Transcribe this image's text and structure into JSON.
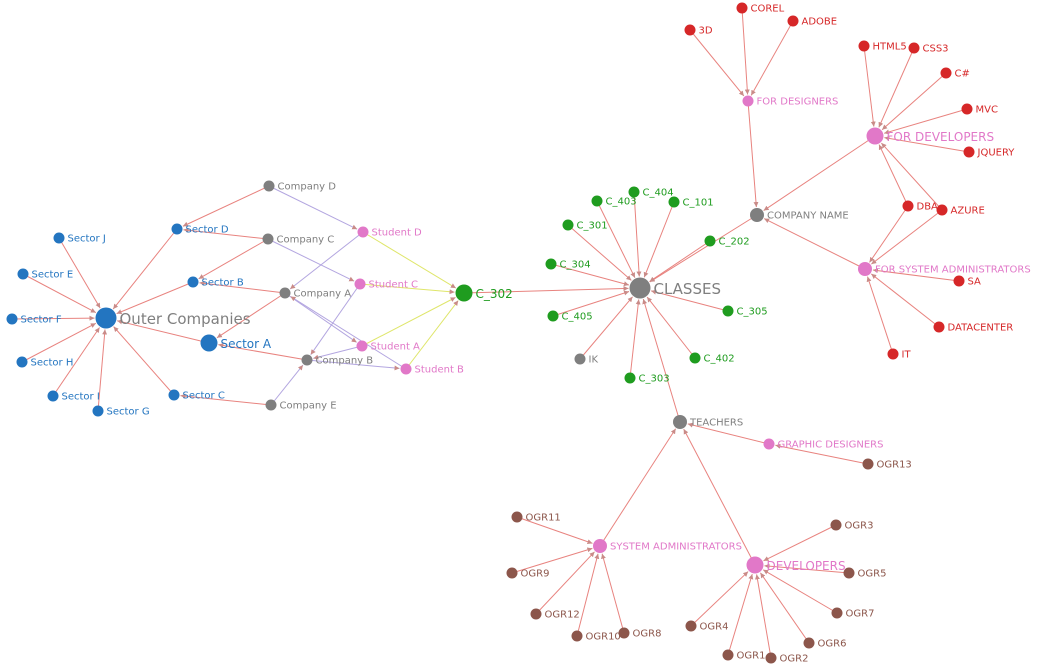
{
  "palette": {
    "blue": "#2375c0",
    "gray": "#7f7f7f",
    "pink": "#e178c8",
    "green": "#1f9c1f",
    "red": "#d62728",
    "brown": "#8c564b",
    "edge_red": "#e8837f",
    "edge_purple": "#b3a6e0",
    "edge_yellow": "#dfe66a"
  },
  "nodes": [
    {
      "id": "outer",
      "label": "Outer Companies",
      "color": "blue",
      "label_color": "gray",
      "size": "xl"
    },
    {
      "id": "sj",
      "label": "Sector J",
      "color": "blue"
    },
    {
      "id": "se",
      "label": "Sector E",
      "color": "blue"
    },
    {
      "id": "sf",
      "label": "Sector F",
      "color": "blue"
    },
    {
      "id": "sh",
      "label": "Sector H",
      "color": "blue"
    },
    {
      "id": "si",
      "label": "Sector I",
      "color": "blue"
    },
    {
      "id": "sg",
      "label": "Sector G",
      "color": "blue"
    },
    {
      "id": "sd",
      "label": "Sector D",
      "color": "blue"
    },
    {
      "id": "sb",
      "label": "Sector B",
      "color": "blue"
    },
    {
      "id": "sa",
      "label": "Sector A",
      "color": "blue",
      "size": "l"
    },
    {
      "id": "sc",
      "label": "Sector C",
      "color": "blue"
    },
    {
      "id": "cd",
      "label": "Company D",
      "color": "gray"
    },
    {
      "id": "cc",
      "label": "Company C",
      "color": "gray"
    },
    {
      "id": "ca",
      "label": "Company A",
      "color": "gray"
    },
    {
      "id": "cb",
      "label": "Company B",
      "color": "gray"
    },
    {
      "id": "ce",
      "label": "Company E",
      "color": "gray"
    },
    {
      "id": "std",
      "label": "Student D",
      "color": "pink"
    },
    {
      "id": "stc",
      "label": "Student C",
      "color": "pink"
    },
    {
      "id": "sta",
      "label": "Student A",
      "color": "pink"
    },
    {
      "id": "stb",
      "label": "Student B",
      "color": "pink"
    },
    {
      "id": "c302",
      "label": "C_302",
      "color": "green",
      "size": "l"
    },
    {
      "id": "classes",
      "label": "CLASSES",
      "color": "gray",
      "size": "xl"
    },
    {
      "id": "c403",
      "label": "C_403",
      "color": "green"
    },
    {
      "id": "c404",
      "label": "C_404",
      "color": "green"
    },
    {
      "id": "c101",
      "label": "C_101",
      "color": "green"
    },
    {
      "id": "c301",
      "label": "C_301",
      "color": "green"
    },
    {
      "id": "c202",
      "label": "C_202",
      "color": "green"
    },
    {
      "id": "c304",
      "label": "C_304",
      "color": "green"
    },
    {
      "id": "c405",
      "label": "C_405",
      "color": "green"
    },
    {
      "id": "c305",
      "label": "C_305",
      "color": "green"
    },
    {
      "id": "ik",
      "label": "IK",
      "color": "gray"
    },
    {
      "id": "c402",
      "label": "C_402",
      "color": "green"
    },
    {
      "id": "c303",
      "label": "C_303",
      "color": "green"
    },
    {
      "id": "compname",
      "label": "COMPANY NAME",
      "color": "gray",
      "size": "m"
    },
    {
      "id": "fdes",
      "label": "FOR DESIGNERS",
      "color": "pink"
    },
    {
      "id": "fdev",
      "label": "FOR DEVELOPERS",
      "color": "pink",
      "size": "l"
    },
    {
      "id": "fsys",
      "label": "FOR SYSTEM ADMINISTRATORS",
      "color": "pink",
      "size": "m"
    },
    {
      "id": "d3",
      "label": "3D",
      "color": "red"
    },
    {
      "id": "corel",
      "label": "COREL",
      "color": "red"
    },
    {
      "id": "adobe",
      "label": "ADOBE",
      "color": "red"
    },
    {
      "id": "html5",
      "label": "HTML5",
      "color": "red"
    },
    {
      "id": "css3",
      "label": "CSS3",
      "color": "red"
    },
    {
      "id": "csharp",
      "label": "C#",
      "color": "red"
    },
    {
      "id": "mvc",
      "label": "MVC",
      "color": "red"
    },
    {
      "id": "jquery",
      "label": "JQUERY",
      "color": "red"
    },
    {
      "id": "dba",
      "label": "DBA",
      "color": "red"
    },
    {
      "id": "azure",
      "label": "AZURE",
      "color": "red"
    },
    {
      "id": "sa2",
      "label": "SA",
      "color": "red"
    },
    {
      "id": "dc",
      "label": "DATACENTER",
      "color": "red"
    },
    {
      "id": "it",
      "label": "IT",
      "color": "red"
    },
    {
      "id": "teachers",
      "label": "TEACHERS",
      "color": "gray",
      "size": "m"
    },
    {
      "id": "gdes",
      "label": "GRAPHIC DESIGNERS",
      "color": "pink"
    },
    {
      "id": "ogr13",
      "label": "OGR13",
      "color": "brown"
    },
    {
      "id": "sysadm",
      "label": "SYSTEM ADMINISTRATORS",
      "color": "pink",
      "size": "m"
    },
    {
      "id": "devs",
      "label": "DEVELOPERS",
      "color": "pink",
      "size": "l"
    },
    {
      "id": "ogr11",
      "label": "OGR11",
      "color": "brown"
    },
    {
      "id": "ogr9",
      "label": "OGR9",
      "color": "brown"
    },
    {
      "id": "ogr12",
      "label": "OGR12",
      "color": "brown"
    },
    {
      "id": "ogr10",
      "label": "OGR10",
      "color": "brown"
    },
    {
      "id": "ogr8",
      "label": "OGR8",
      "color": "brown"
    },
    {
      "id": "ogr3",
      "label": "OGR3",
      "color": "brown"
    },
    {
      "id": "ogr5",
      "label": "OGR5",
      "color": "brown"
    },
    {
      "id": "ogr7",
      "label": "OGR7",
      "color": "brown"
    },
    {
      "id": "ogr6",
      "label": "OGR6",
      "color": "brown"
    },
    {
      "id": "ogr4",
      "label": "OGR4",
      "color": "brown"
    },
    {
      "id": "ogr1",
      "label": "OGR1",
      "color": "brown"
    },
    {
      "id": "ogr2",
      "label": "OGR2",
      "color": "brown"
    }
  ],
  "edges": [
    {
      "from": "sj",
      "to": "outer",
      "color": "edge_red"
    },
    {
      "from": "se",
      "to": "outer",
      "color": "edge_red"
    },
    {
      "from": "sf",
      "to": "outer",
      "color": "edge_red"
    },
    {
      "from": "sh",
      "to": "outer",
      "color": "edge_red"
    },
    {
      "from": "si",
      "to": "outer",
      "color": "edge_red"
    },
    {
      "from": "sg",
      "to": "outer",
      "color": "edge_red"
    },
    {
      "from": "sd",
      "to": "outer",
      "color": "edge_red"
    },
    {
      "from": "sb",
      "to": "outer",
      "color": "edge_red"
    },
    {
      "from": "sa",
      "to": "outer",
      "color": "edge_red"
    },
    {
      "from": "sc",
      "to": "outer",
      "color": "edge_red"
    },
    {
      "from": "cc",
      "to": "sd",
      "color": "edge_red"
    },
    {
      "from": "cd",
      "to": "sd",
      "color": "edge_red"
    },
    {
      "from": "cc",
      "to": "sb",
      "color": "edge_red"
    },
    {
      "from": "ca",
      "to": "sb",
      "color": "edge_red"
    },
    {
      "from": "ca",
      "to": "sa",
      "color": "edge_red"
    },
    {
      "from": "cb",
      "to": "sa",
      "color": "edge_red"
    },
    {
      "from": "ce",
      "to": "sc",
      "color": "edge_red"
    },
    {
      "from": "cd",
      "to": "std",
      "color": "edge_purple"
    },
    {
      "from": "std",
      "to": "ca",
      "color": "edge_purple"
    },
    {
      "from": "cc",
      "to": "stc",
      "color": "edge_purple"
    },
    {
      "from": "ca",
      "to": "sta",
      "color": "edge_purple"
    },
    {
      "from": "stc",
      "to": "cb",
      "color": "edge_purple"
    },
    {
      "from": "sta",
      "to": "cb",
      "color": "edge_purple"
    },
    {
      "from": "cb",
      "to": "stb",
      "color": "edge_purple"
    },
    {
      "from": "ce",
      "to": "cb",
      "color": "edge_purple"
    },
    {
      "from": "stb",
      "to": "ca",
      "color": "edge_purple"
    },
    {
      "from": "std",
      "to": "c302",
      "color": "edge_yellow"
    },
    {
      "from": "stc",
      "to": "c302",
      "color": "edge_yellow"
    },
    {
      "from": "sta",
      "to": "c302",
      "color": "edge_yellow"
    },
    {
      "from": "stb",
      "to": "c302",
      "color": "edge_yellow"
    },
    {
      "from": "c302",
      "to": "classes",
      "color": "edge_red"
    },
    {
      "from": "c403",
      "to": "classes",
      "color": "edge_red"
    },
    {
      "from": "c404",
      "to": "classes",
      "color": "edge_red"
    },
    {
      "from": "c101",
      "to": "classes",
      "color": "edge_red"
    },
    {
      "from": "c301",
      "to": "classes",
      "color": "edge_red"
    },
    {
      "from": "c202",
      "to": "classes",
      "color": "edge_red"
    },
    {
      "from": "c304",
      "to": "classes",
      "color": "edge_red"
    },
    {
      "from": "c405",
      "to": "classes",
      "color": "edge_red"
    },
    {
      "from": "c305",
      "to": "classes",
      "color": "edge_red"
    },
    {
      "from": "ik",
      "to": "classes",
      "color": "edge_red"
    },
    {
      "from": "c402",
      "to": "classes",
      "color": "edge_red"
    },
    {
      "from": "c303",
      "to": "classes",
      "color": "edge_red"
    },
    {
      "from": "compname",
      "to": "classes",
      "color": "edge_red"
    },
    {
      "from": "teachers",
      "to": "classes",
      "color": "edge_red"
    },
    {
      "from": "fdes",
      "to": "compname",
      "color": "edge_red"
    },
    {
      "from": "fdev",
      "to": "compname",
      "color": "edge_red"
    },
    {
      "from": "fsys",
      "to": "compname",
      "color": "edge_red"
    },
    {
      "from": "d3",
      "to": "fdes",
      "color": "edge_red"
    },
    {
      "from": "corel",
      "to": "fdes",
      "color": "edge_red"
    },
    {
      "from": "adobe",
      "to": "fdes",
      "color": "edge_red"
    },
    {
      "from": "html5",
      "to": "fdev",
      "color": "edge_red"
    },
    {
      "from": "css3",
      "to": "fdev",
      "color": "edge_red"
    },
    {
      "from": "csharp",
      "to": "fdev",
      "color": "edge_red"
    },
    {
      "from": "mvc",
      "to": "fdev",
      "color": "edge_red"
    },
    {
      "from": "jquery",
      "to": "fdev",
      "color": "edge_red"
    },
    {
      "from": "dba",
      "to": "fdev",
      "color": "edge_red"
    },
    {
      "from": "azure",
      "to": "fdev",
      "color": "edge_red"
    },
    {
      "from": "dba",
      "to": "fsys",
      "color": "edge_red"
    },
    {
      "from": "azure",
      "to": "fsys",
      "color": "edge_red"
    },
    {
      "from": "sa2",
      "to": "fsys",
      "color": "edge_red"
    },
    {
      "from": "dc",
      "to": "fsys",
      "color": "edge_red"
    },
    {
      "from": "it",
      "to": "fsys",
      "color": "edge_red"
    },
    {
      "from": "gdes",
      "to": "teachers",
      "color": "edge_red"
    },
    {
      "from": "sysadm",
      "to": "teachers",
      "color": "edge_red"
    },
    {
      "from": "devs",
      "to": "teachers",
      "color": "edge_red"
    },
    {
      "from": "ogr13",
      "to": "gdes",
      "color": "edge_red"
    },
    {
      "from": "ogr11",
      "to": "sysadm",
      "color": "edge_red"
    },
    {
      "from": "ogr9",
      "to": "sysadm",
      "color": "edge_red"
    },
    {
      "from": "ogr12",
      "to": "sysadm",
      "color": "edge_red"
    },
    {
      "from": "ogr10",
      "to": "sysadm",
      "color": "edge_red"
    },
    {
      "from": "ogr8",
      "to": "sysadm",
      "color": "edge_red"
    },
    {
      "from": "ogr3",
      "to": "devs",
      "color": "edge_red"
    },
    {
      "from": "ogr5",
      "to": "devs",
      "color": "edge_red"
    },
    {
      "from": "ogr7",
      "to": "devs",
      "color": "edge_red"
    },
    {
      "from": "ogr6",
      "to": "devs",
      "color": "edge_red"
    },
    {
      "from": "ogr4",
      "to": "devs",
      "color": "edge_red"
    },
    {
      "from": "ogr1",
      "to": "devs",
      "color": "edge_red"
    },
    {
      "from": "ogr2",
      "to": "devs",
      "color": "edge_red"
    }
  ]
}
